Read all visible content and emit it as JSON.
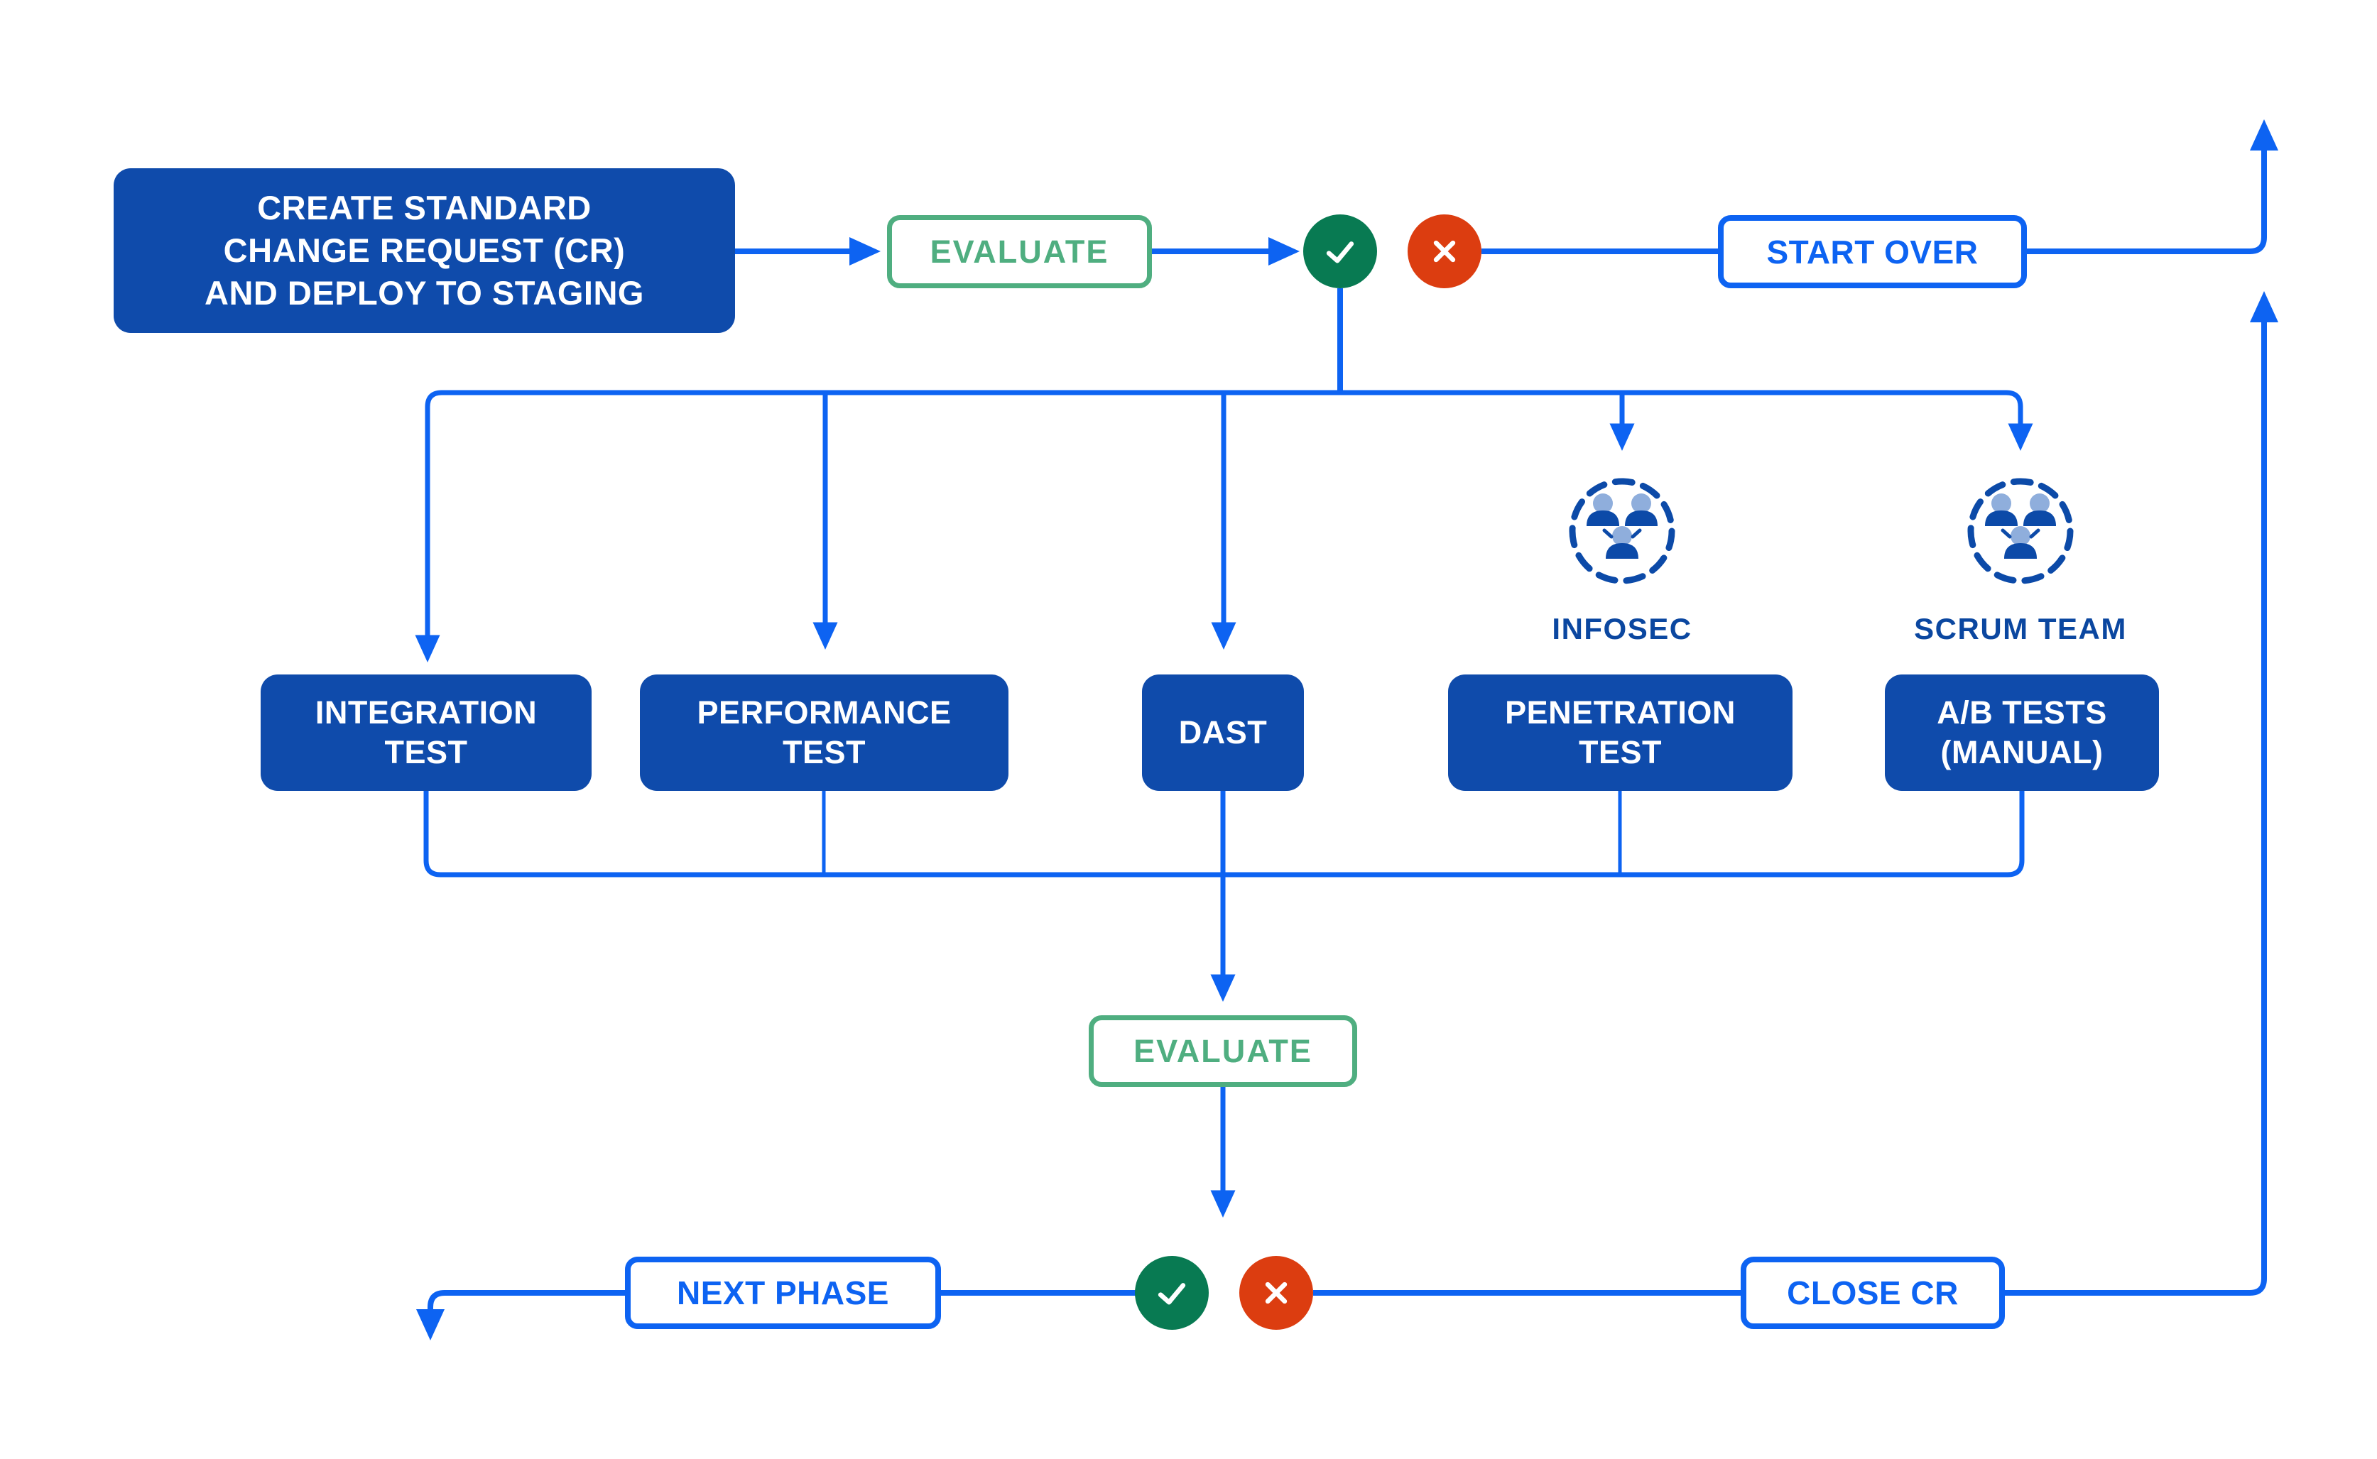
{
  "diagram": {
    "type": "flowchart",
    "subject": "standard-change-request-testing-workflow",
    "nodes": {
      "create_cr": {
        "label": "CREATE STANDARD\nCHANGE REQUEST (CR)\nAND DEPLOY TO STAGING"
      },
      "evaluate_top": {
        "label": "EVALUATE"
      },
      "start_over": {
        "label": "START OVER"
      },
      "integration_test": {
        "label": "INTEGRATION\nTEST"
      },
      "performance_test": {
        "label": "PERFORMANCE\nTEST"
      },
      "dast": {
        "label": "DAST"
      },
      "penetration_test": {
        "label": "PENETRATION\nTEST"
      },
      "ab_tests": {
        "label": "A/B TESTS\n(MANUAL)"
      },
      "evaluate_bottom": {
        "label": "EVALUATE"
      },
      "next_phase": {
        "label": "NEXT PHASE"
      },
      "close_cr": {
        "label": "CLOSE CR"
      }
    },
    "teams": {
      "infosec": {
        "label": "INFOSEC"
      },
      "scrum_team": {
        "label": "SCRUM TEAM"
      }
    },
    "icons": {
      "pass": "check-icon",
      "fail": "x-icon",
      "team": "team-icon"
    },
    "colors": {
      "background": "#FFFFFF",
      "node_fill_blue": "#0F4BAB",
      "connector_blue": "#0D63F2",
      "evaluate_green": "#4FAE80",
      "pass_green": "#087A52",
      "fail_red": "#DC3D10",
      "team_navy": "#0C4AA8",
      "team_head_blue": "#8FAEDC"
    }
  }
}
